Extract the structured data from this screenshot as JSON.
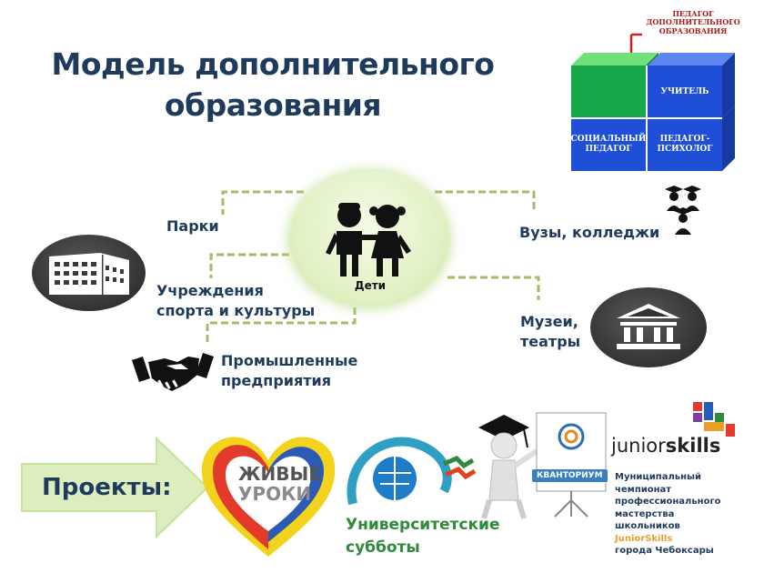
{
  "title_line1": "Модель дополнительного",
  "title_line2": "образования",
  "hub_label": "Дети",
  "nodes": {
    "parks": "Парки",
    "sport_line1": "Учреждения",
    "sport_line2": "спорта и культуры",
    "industry_line1": "Промышленные",
    "industry_line2": "предприятия",
    "universities": "Вузы, колледжи",
    "museums_line1": "Музеи,",
    "museums_line2": "театры"
  },
  "cube": {
    "top_label_line1": "ПЕДАГОГ",
    "top_label_line2": "ДОПОЛНИТЕЛЬНОГО",
    "top_label_line3": "ОБРАЗОВАНИЯ",
    "teacher": "УЧИТЕЛЬ",
    "social_line1": "СОЦИАЛЬНЫЙ",
    "social_line2": "ПЕДАГОГ",
    "psych_line1": "ПЕДАГОГ-",
    "psych_line2": "ПСИХОЛОГ"
  },
  "projects": {
    "label": "Проекты:",
    "live_line1": "ЖИВЫЕ",
    "live_line2": "УРОКИ",
    "kvantorium": "КВАНТОРИУМ",
    "univ_line1": "Университетские",
    "univ_line2": "субботы",
    "junior_logo_a": "junior",
    "junior_logo_b": "skills",
    "junior_text_1": "Муниципальный",
    "junior_text_2": "чемпионат",
    "junior_text_3": "профессионального",
    "junior_text_4": "мастерства",
    "junior_text_5": "школьников",
    "junior_text_6": "JuniorSkills",
    "junior_text_7": "города Чебоксары"
  },
  "colors": {
    "title": "#1f3b5c",
    "connector": "#a9b96a",
    "cube_blue": "#1f4fd6",
    "cube_green": "#17a84a",
    "hub": "#e2f2c6",
    "arrow": "#c9e29a",
    "univ_green": "#2f8a3c",
    "junior_orange": "#e8a02a"
  }
}
